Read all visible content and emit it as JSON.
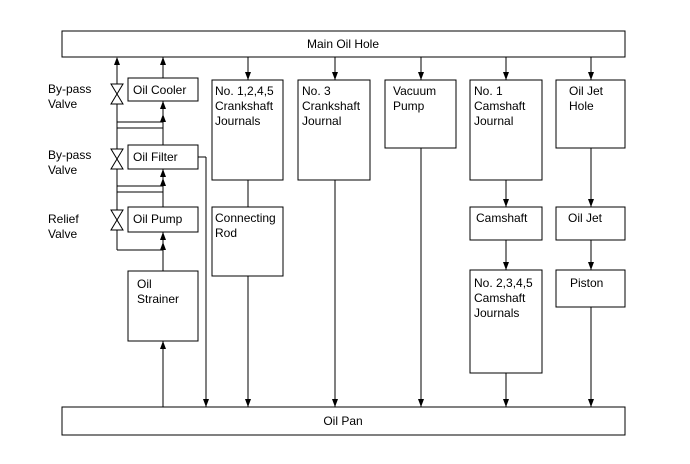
{
  "main_oil_hole": "Main Oil Hole",
  "oil_pan": "Oil Pan",
  "components": {
    "oil_cooler": "Oil Cooler",
    "oil_filter": "Oil Filter",
    "oil_pump": "Oil Pump",
    "oil_strainer": [
      "Oil",
      "Strainer"
    ],
    "crankshaft_journals": [
      "No. 1,2,4,5",
      "Crankshaft",
      "Journals"
    ],
    "connecting_rod": [
      "Connecting",
      "Rod"
    ],
    "no3_crankshaft_journal": [
      "No. 3",
      "Crankshaft",
      "Journal"
    ],
    "vacuum_pump": [
      "Vacuum",
      "Pump"
    ],
    "no1_camshaft_journal": [
      "No. 1",
      "Camshaft",
      "Journal"
    ],
    "camshaft": "Camshaft",
    "camshaft_journals": [
      "No. 2,3,4,5",
      "Camshaft",
      "Journals"
    ],
    "oil_jet_hole": [
      "Oil Jet",
      "Hole"
    ],
    "oil_jet": "Oil Jet",
    "piston": "Piston"
  },
  "valves": {
    "bypass_cooler": [
      "By-pass",
      "Valve"
    ],
    "bypass_filter": [
      "By-pass",
      "Valve"
    ],
    "relief": [
      "Relief",
      "Valve"
    ]
  },
  "colors": {
    "line": "#000000",
    "background": "#ffffff"
  }
}
